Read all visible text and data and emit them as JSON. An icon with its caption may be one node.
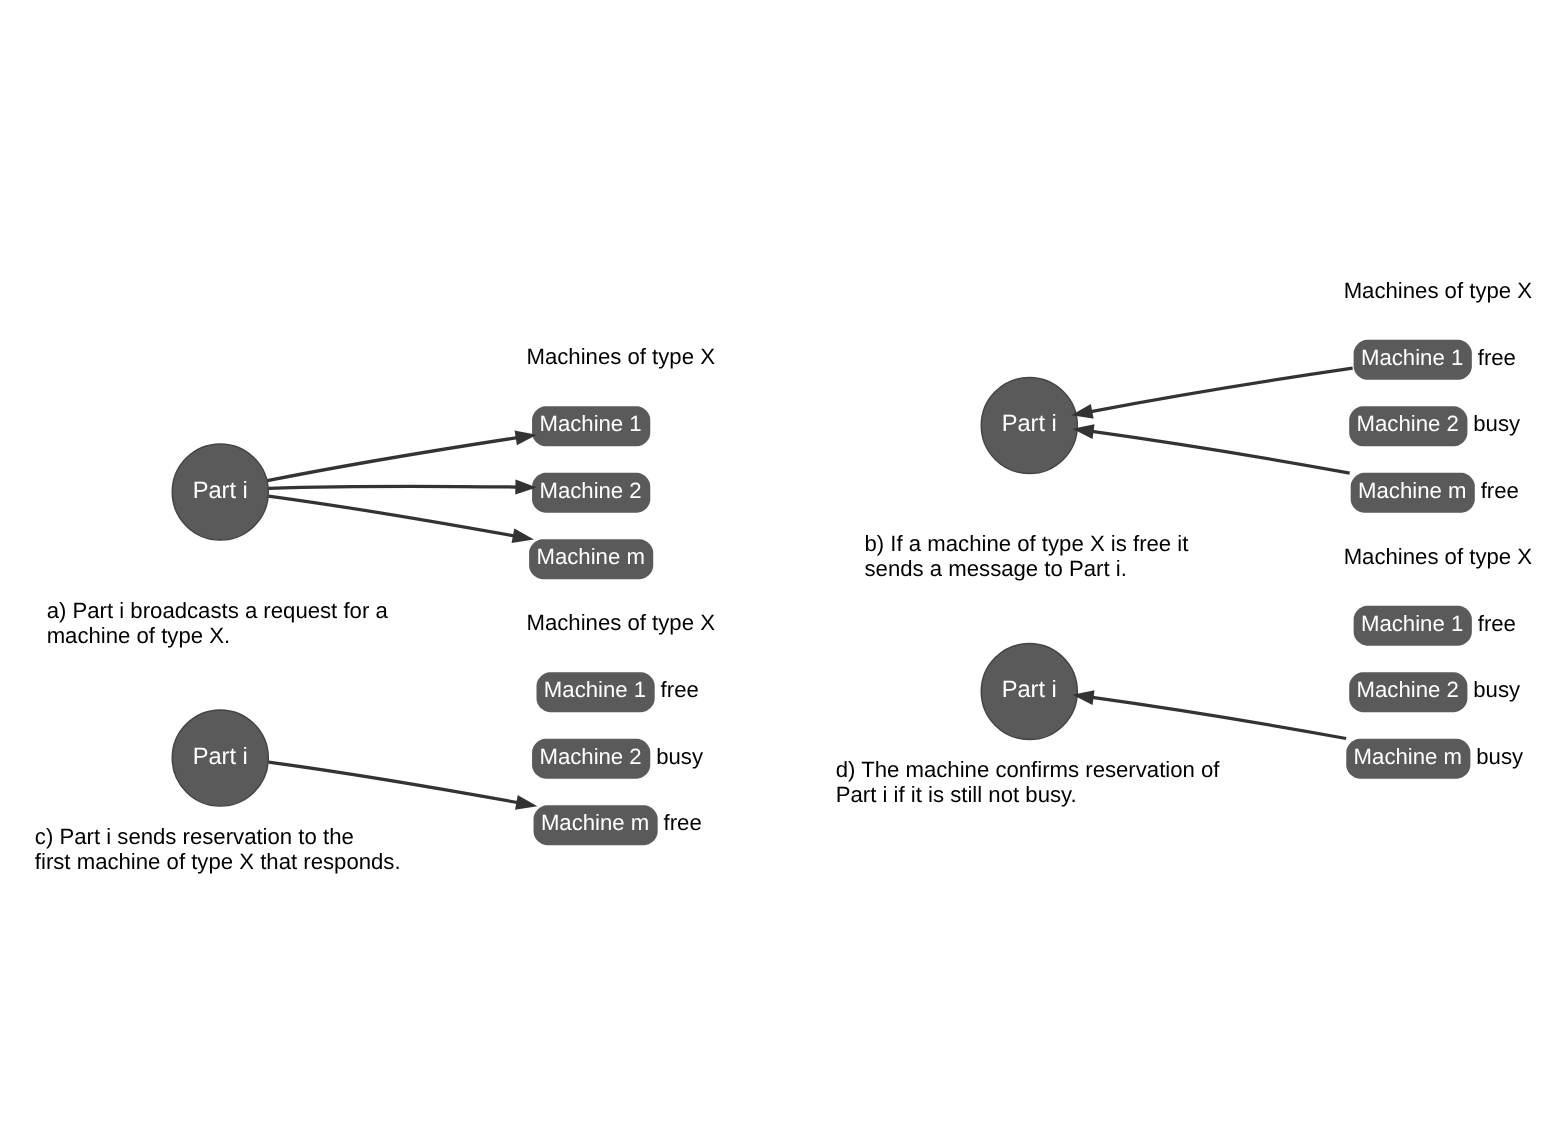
{
  "diagram": {
    "nodes": [
      {
        "text": [
          "Part i"
        ]
      },
      {
        "text": [
          "Machine 1"
        ]
      },
      {
        "text": [
          "Machine 2"
        ]
      },
      {
        "text": [
          "Machine m"
        ]
      },
      {
        "text": [
          "Part i"
        ]
      },
      {
        "text": [
          "Machine 1"
        ],
        "beside": [
          "free"
        ]
      },
      {
        "text": [
          "Machine 2"
        ],
        "beside": [
          "busy"
        ]
      },
      {
        "text": [
          "Machine m"
        ],
        "beside": [
          "free"
        ]
      },
      {
        "text": [
          "Part i"
        ]
      },
      {
        "text": [
          "Machine 1"
        ],
        "beside": [
          "free"
        ]
      },
      {
        "text": [
          "Machine 2"
        ],
        "beside": [
          "busy"
        ]
      },
      {
        "text": [
          "Machine m"
        ],
        "beside": [
          "free"
        ]
      },
      {
        "text": [
          "Part i"
        ]
      },
      {
        "text": [
          "Machine 1"
        ],
        "beside": [
          "free"
        ]
      },
      {
        "text": [
          "Machine 2"
        ],
        "beside": [
          "busy"
        ]
      },
      {
        "text": [
          "Machine m"
        ],
        "beside": [
          "busy"
        ]
      }
    ],
    "edges": [
      {
        "from": 0,
        "to": 1,
        "arrow": "to"
      },
      {
        "from": 0,
        "to": 2,
        "arrow": "to"
      },
      {
        "from": 0,
        "to": 3,
        "arrow": "to"
      },
      {
        "from": 5,
        "to": 4,
        "arrow": "to"
      },
      {
        "from": 7,
        "to": 4,
        "arrow": "to"
      },
      {
        "from": 8,
        "to": 11,
        "arrow": "to"
      },
      {
        "from": 15,
        "to": 12,
        "arrow": "to"
      }
    ],
    "labels": [
      "Machines of type X",
      "Machines of type X",
      "a) Part i broadcasts a request for a machine of type X.",
      "b) If a machine of type X is free it sends a message to Part i.",
      "Machines of type X",
      "Machines of type X",
      "c) Part i sends reservation to the first machine of type X that responds.",
      "d) The machine confirms reservation of Part i if it is still not busy."
    ]
  }
}
